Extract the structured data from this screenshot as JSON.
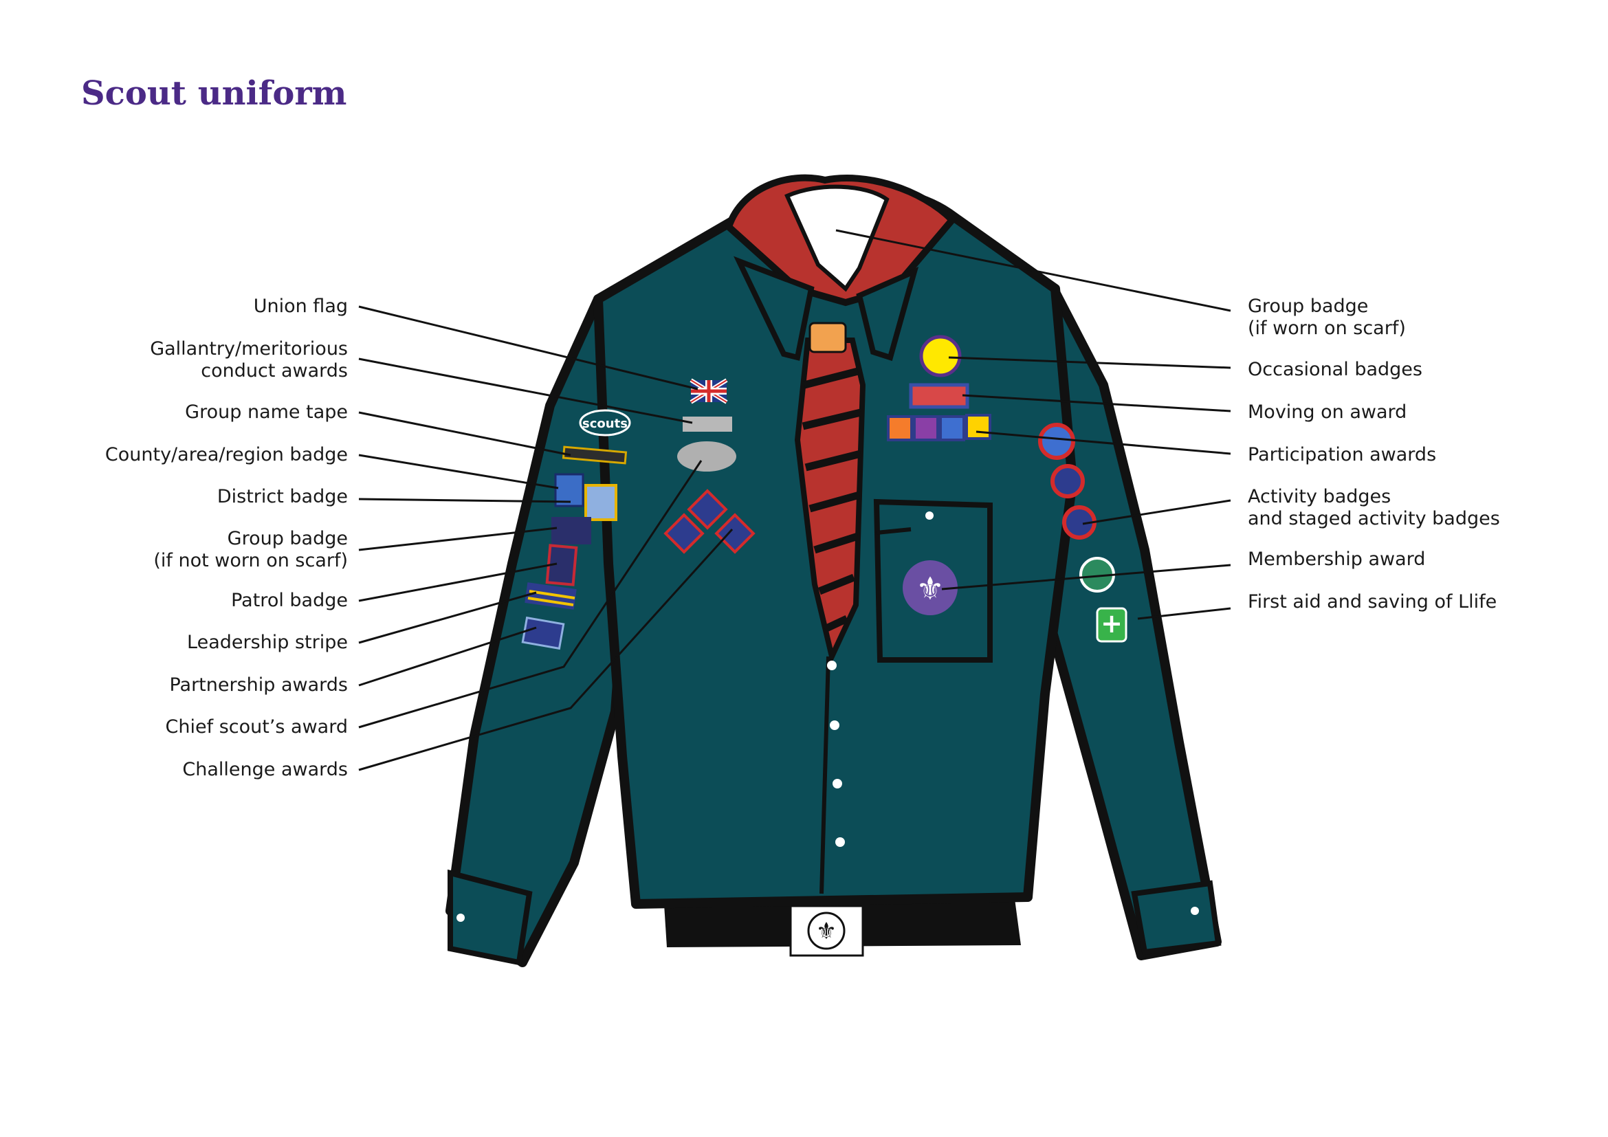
{
  "title": "Scout uniform",
  "colors": {
    "title": "#4b2a86",
    "shirt": "#0c4d57",
    "outline": "#111111",
    "scarf_red": "#b8332e",
    "woggle": "#f2a24f",
    "membership": "#6a4fa3",
    "first_aid": "#38b34a"
  },
  "labels_left": [
    {
      "id": "union-flag",
      "lines": [
        "Union flag"
      ]
    },
    {
      "id": "gallantry-awards",
      "lines": [
        "Gallantry/meritorious",
        "conduct awards"
      ]
    },
    {
      "id": "group-name-tape",
      "lines": [
        "Group name tape"
      ]
    },
    {
      "id": "county-badge",
      "lines": [
        "County/area/region badge"
      ]
    },
    {
      "id": "district-badge",
      "lines": [
        "District badge"
      ]
    },
    {
      "id": "group-badge-not-scarf",
      "lines": [
        "Group badge",
        "(if not worn on scarf)"
      ]
    },
    {
      "id": "patrol-badge",
      "lines": [
        "Patrol badge"
      ]
    },
    {
      "id": "leadership-stripe",
      "lines": [
        "Leadership stripe"
      ]
    },
    {
      "id": "partnership-awards",
      "lines": [
        "Partnership awards"
      ]
    },
    {
      "id": "chief-scouts-award",
      "lines": [
        "Chief scout’s award"
      ]
    },
    {
      "id": "challenge-awards",
      "lines": [
        "Challenge awards"
      ]
    }
  ],
  "labels_right": [
    {
      "id": "group-badge-scarf",
      "lines": [
        "Group badge",
        "(if worn on scarf)"
      ]
    },
    {
      "id": "occasional-badges",
      "lines": [
        "Occasional badges"
      ]
    },
    {
      "id": "moving-on-award",
      "lines": [
        "Moving on award"
      ]
    },
    {
      "id": "participation-awards",
      "lines": [
        "Participation awards"
      ]
    },
    {
      "id": "activity-badges",
      "lines": [
        "Activity badges",
        "and staged activity badges"
      ]
    },
    {
      "id": "membership-award",
      "lines": [
        "Membership award"
      ]
    },
    {
      "id": "first-aid",
      "lines": [
        "First aid and saving of Llife"
      ]
    }
  ],
  "badge_text": {
    "scouts_logo": "scouts",
    "first_aid_badge": "+"
  }
}
